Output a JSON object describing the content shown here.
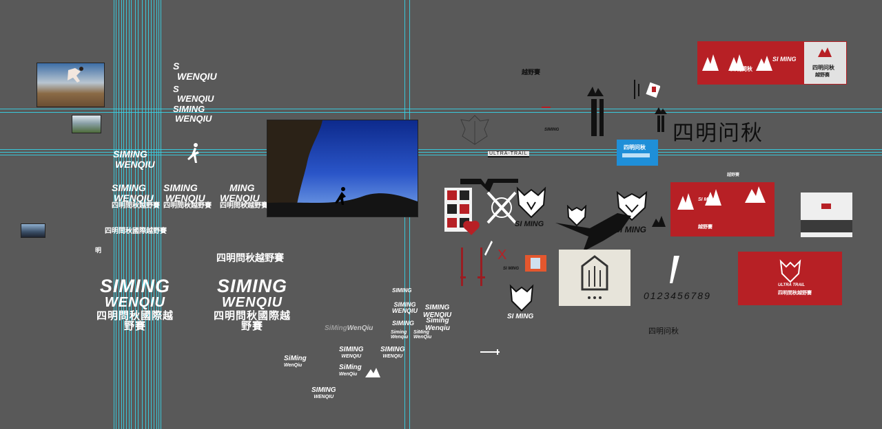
{
  "guides": {
    "vertical_count": 20,
    "horizontal_count": 5
  },
  "logos": {
    "s_wenqiu_a": {
      "line1": "S",
      "line2": "WENQIU"
    },
    "s_wenqiu_b": {
      "line1": "S",
      "line2": "WENQIU"
    },
    "siming_wenqiu_c": {
      "line1": "SIMING",
      "line2": "WENQIU"
    },
    "siming_wenqiu_d": {
      "line1": "SIMING",
      "line2": "WENQIU"
    },
    "siming_wenqiu_e": {
      "line1": "SIMING",
      "line2": "WENQIU",
      "cn": "四明問秋越野賽"
    },
    "siming_wenqiu_f": {
      "line1": "SIMING",
      "line2": "WENQIU",
      "cn": "四明問秋越野賽"
    },
    "ming_wenqiu_g": {
      "line1": "MING",
      "line2": "WENQIU",
      "cn": "四明問秋越野賽"
    },
    "cn_intl_small": "四明問秋國際越野賽",
    "cn_single": "明",
    "cn_title_mid": "四明問秋越野賽",
    "big_left": {
      "line1": "SIMING",
      "line2": "WENQIU",
      "cn": "四明問秋國際越野賽"
    },
    "big_right": {
      "line1": "SIMING",
      "line2": "WENQIU",
      "cn": "四明問秋國際越野賽"
    },
    "siming_wenqiu_inline": {
      "a": "SiMing",
      "b": "WenQiu"
    }
  },
  "small_logos": [
    {
      "line1": "SIMING",
      "line2": "WENQIU"
    },
    {
      "line1": "SIMING",
      "line2": "WENQIU"
    },
    {
      "line1": "SIMING",
      "line2": "WENQIU"
    },
    {
      "line1": "SIMING",
      "line2": "WENQIU"
    },
    {
      "line1": "Siming",
      "line2": "Wenqiu"
    },
    {
      "line1": "Siming",
      "line2": "Wenqiu"
    },
    {
      "line1": "SiMing",
      "line2": "WenQiu"
    },
    {
      "line1": "SIMING",
      "line2": "WENQIU"
    },
    {
      "line1": "SIMING",
      "line2": "WENQIU"
    },
    {
      "line1": "SiMing",
      "line2": "WenQiu"
    },
    {
      "line1": "SIMING",
      "line2": "WENQIU"
    }
  ],
  "right": {
    "yueyesai": "越野賽",
    "siming_tag": "SIMING",
    "ultra_trail": "ULTRA-TRAIL",
    "siming_wenqiu_cn_big": "四明问秋",
    "yueyesai2": "越野賽",
    "si_ming_1": "SI MING",
    "si_ming_2": "SI MING",
    "si_ming_3": "SI MING",
    "si_ming_small": "SI MING",
    "digits": "0123456789",
    "cn_plain": "四明问秋",
    "banner": {
      "card1": "SI MING",
      "card1_cn": "四明問秋",
      "card2_cn": "四明问秋",
      "card2_en": "越野赛"
    },
    "card_red_2": {
      "line1": "SI MING",
      "cn": "越野賽"
    },
    "card_red_3": {
      "line1": "ULTRA TRAIL",
      "cn": "四明問秋越野賽"
    },
    "blue_badge": "四明问秋",
    "x_mark": "X"
  },
  "colors": {
    "background": "#595959",
    "guide": "#35d4e8",
    "brand_red": "#b72025",
    "card_cream": "#e7e4da",
    "badge_blue": "#1f8fd8",
    "badge_orange": "#e4572e"
  }
}
